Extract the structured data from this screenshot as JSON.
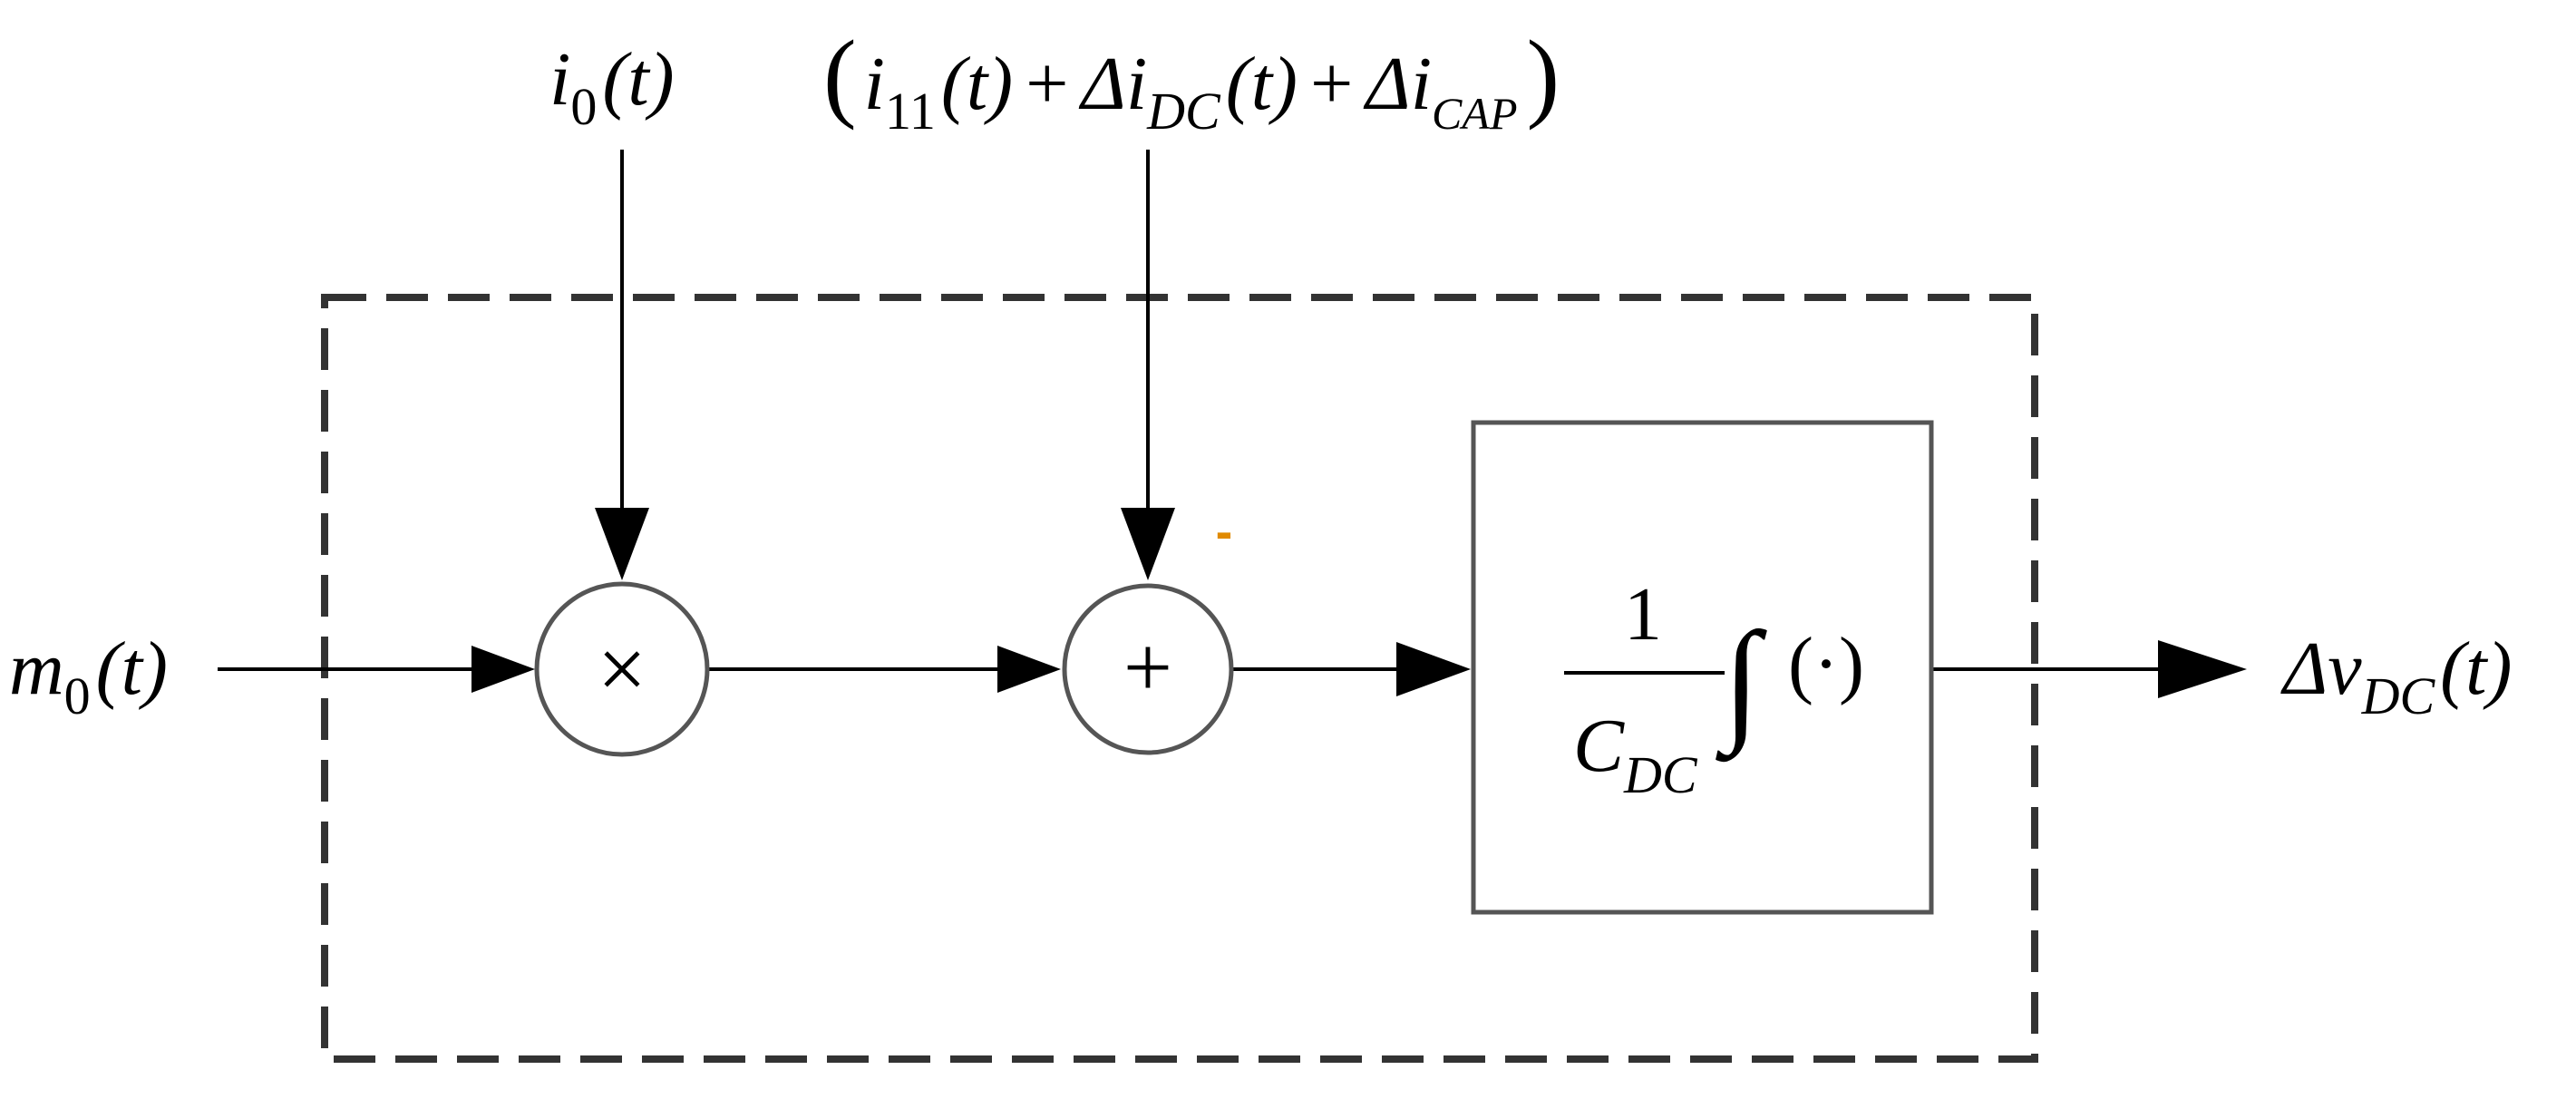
{
  "inputs": {
    "left": {
      "symbol": "m",
      "sub": "0",
      "arg": "(t)"
    },
    "top_multiplier": {
      "symbol": "i",
      "sub": "0",
      "arg": "(t)"
    },
    "top_summer": {
      "open": "(",
      "t1_symbol": "i",
      "t1_sub": "11",
      "t1_arg": "(t)",
      "plus1": "+",
      "t2_symbol": "Δi",
      "t2_sub": "DC",
      "t2_arg": "(t)",
      "plus2": "+",
      "t3_symbol": "Δi",
      "t3_sub": "CAP",
      "close": ")"
    }
  },
  "blocks": {
    "multiplier_symbol": "×",
    "summer_symbol": "+",
    "summer_minus_sign": "-",
    "integrator": {
      "numerator": "1",
      "denominator_symbol": "C",
      "denominator_sub": "DC",
      "integral_sign": "∫",
      "integral_arg": "(·)"
    }
  },
  "output": {
    "symbol": "Δv",
    "sub": "DC",
    "arg": "(t)"
  },
  "colors": {
    "lines": "#000000",
    "block_borders": "#555555",
    "minus_sign": "#e08a00"
  }
}
